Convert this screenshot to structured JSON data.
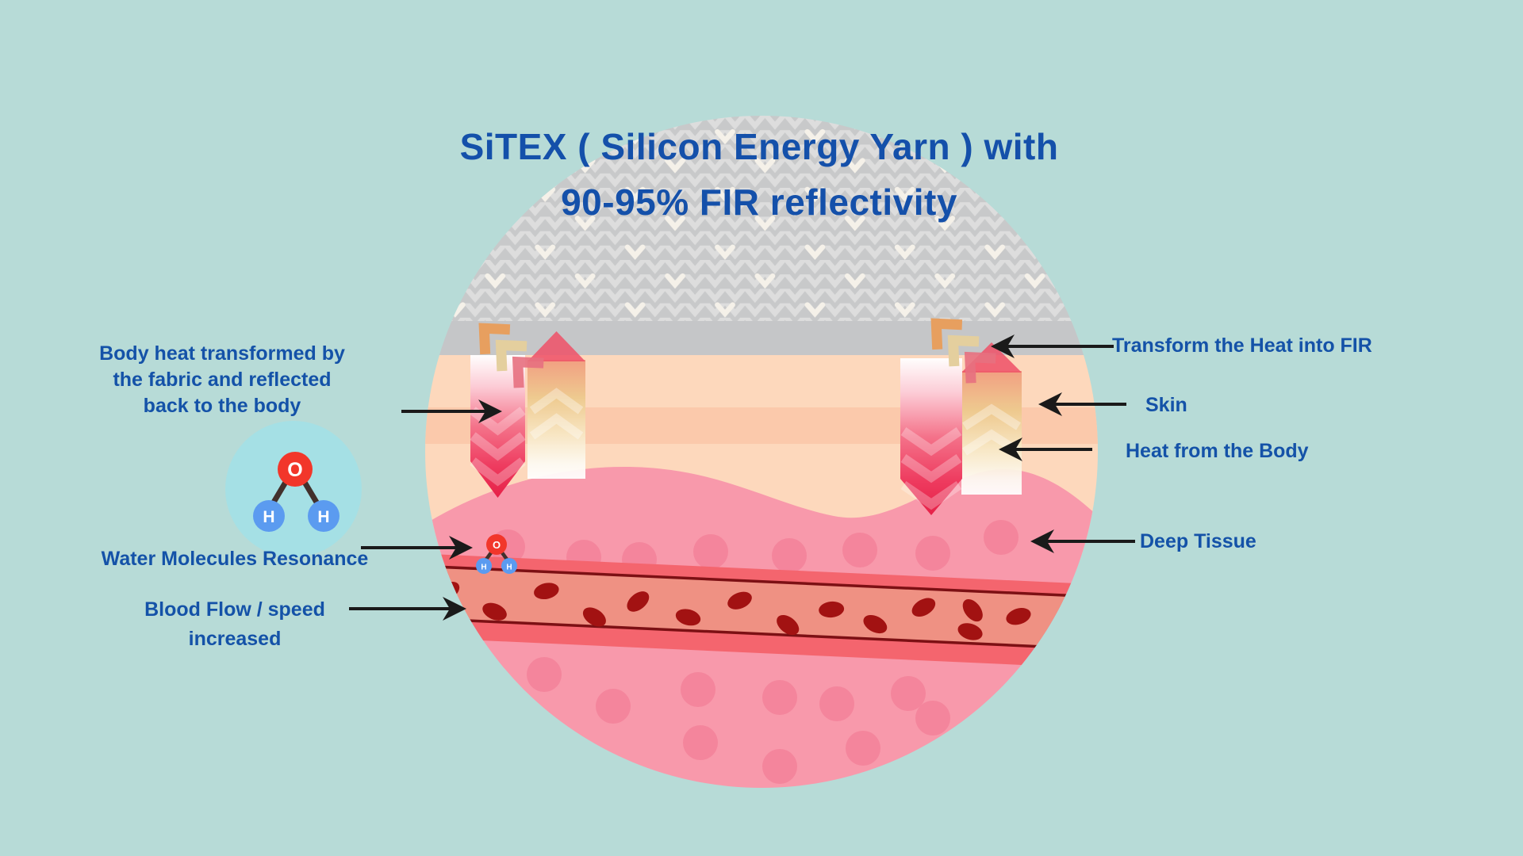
{
  "title": {
    "line1": "SiTEX ( Silicon Energy Yarn ) with",
    "line2": "90-95% FIR reflectivity"
  },
  "annotations": {
    "body_heat": {
      "line1": "Body heat transformed by",
      "line2": "the fabric and reflected",
      "line3": "back to the body"
    },
    "water": {
      "label": "Water Molecules Resonance"
    },
    "blood": {
      "line1": "Blood Flow / speed",
      "line2": "increased"
    },
    "transform_fir": {
      "label": "Transform the Heat into FIR"
    },
    "skin": {
      "label": "Skin"
    },
    "heat_body": {
      "label": "Heat from the Body"
    },
    "deep_tissue": {
      "label": "Deep Tissue"
    }
  },
  "molecule": {
    "oxygen": "O",
    "hydrogen": "H"
  },
  "colors": {
    "background": "#b7dbd7",
    "title_text": "#1450aa",
    "label_text": "#1452a8",
    "fabric_gray": "#c8c9ca",
    "fabric_band": "#c5c6c8",
    "skin_peach": "#fdd8bc",
    "fir_band": "#fbc9ab",
    "deep_tissue_pink": "#f899ab",
    "tissue_dot": "#f4859c",
    "vessel_outer": "#f4656e",
    "vessel_inner": "#ef9183",
    "vessel_line": "#7c1014",
    "blood_cell": "#a21212",
    "bubble_fill": "#a5e0e5",
    "oxygen_red": "#f2362a",
    "hydrogen_blue": "#5b9bf0",
    "arrow_black": "#1a1a1a",
    "heat_arrow_red": "#e62148",
    "fir_chevron_orange": "#e79f5f",
    "fir_chevron_tan": "#e4cf9e",
    "fir_chevron_pink": "#e7707f"
  }
}
